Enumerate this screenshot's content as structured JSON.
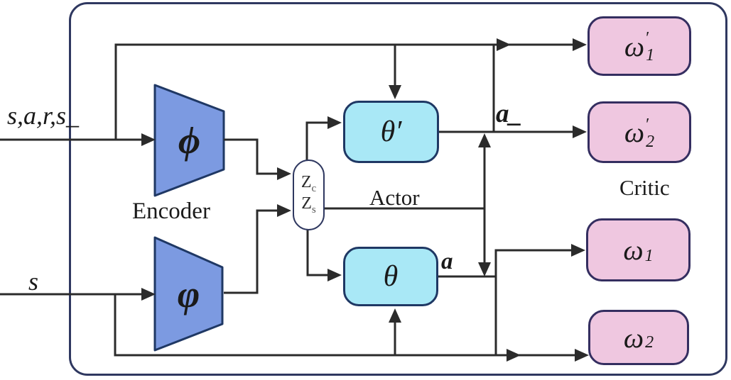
{
  "labels": {
    "input_transition": "s,a,r,s_",
    "input_state": "s",
    "encoder": "Encoder",
    "actor": "Actor",
    "critic": "Critic",
    "action_next": "a_",
    "action": "a"
  },
  "nodes": {
    "encoder_phi": "ϕ",
    "encoder_varphi": "φ",
    "theta_target": "θ′",
    "theta": "θ",
    "latent_zc": {
      "base": "Z",
      "sub": "c"
    },
    "latent_zs": {
      "base": "Z",
      "sub": "s"
    },
    "omega_target_1": {
      "base": "ω",
      "prime": "′",
      "sub": "1"
    },
    "omega_target_2": {
      "base": "ω",
      "prime": "′",
      "sub": "2"
    },
    "omega_1": {
      "base": "ω",
      "prime": "",
      "sub": "1"
    },
    "omega_2": {
      "base": "ω",
      "prime": "",
      "sub": "2"
    }
  },
  "colors": {
    "encoder_fill": "#7C9AE1",
    "actor_fill": "#A9E8F6",
    "critic_fill": "#EFC7E0",
    "node_border": "#1F3864",
    "critic_border": "#342E60",
    "frame_border": "#2F3860",
    "connector": "#2B2B2B",
    "text": "#1A1A1A"
  }
}
